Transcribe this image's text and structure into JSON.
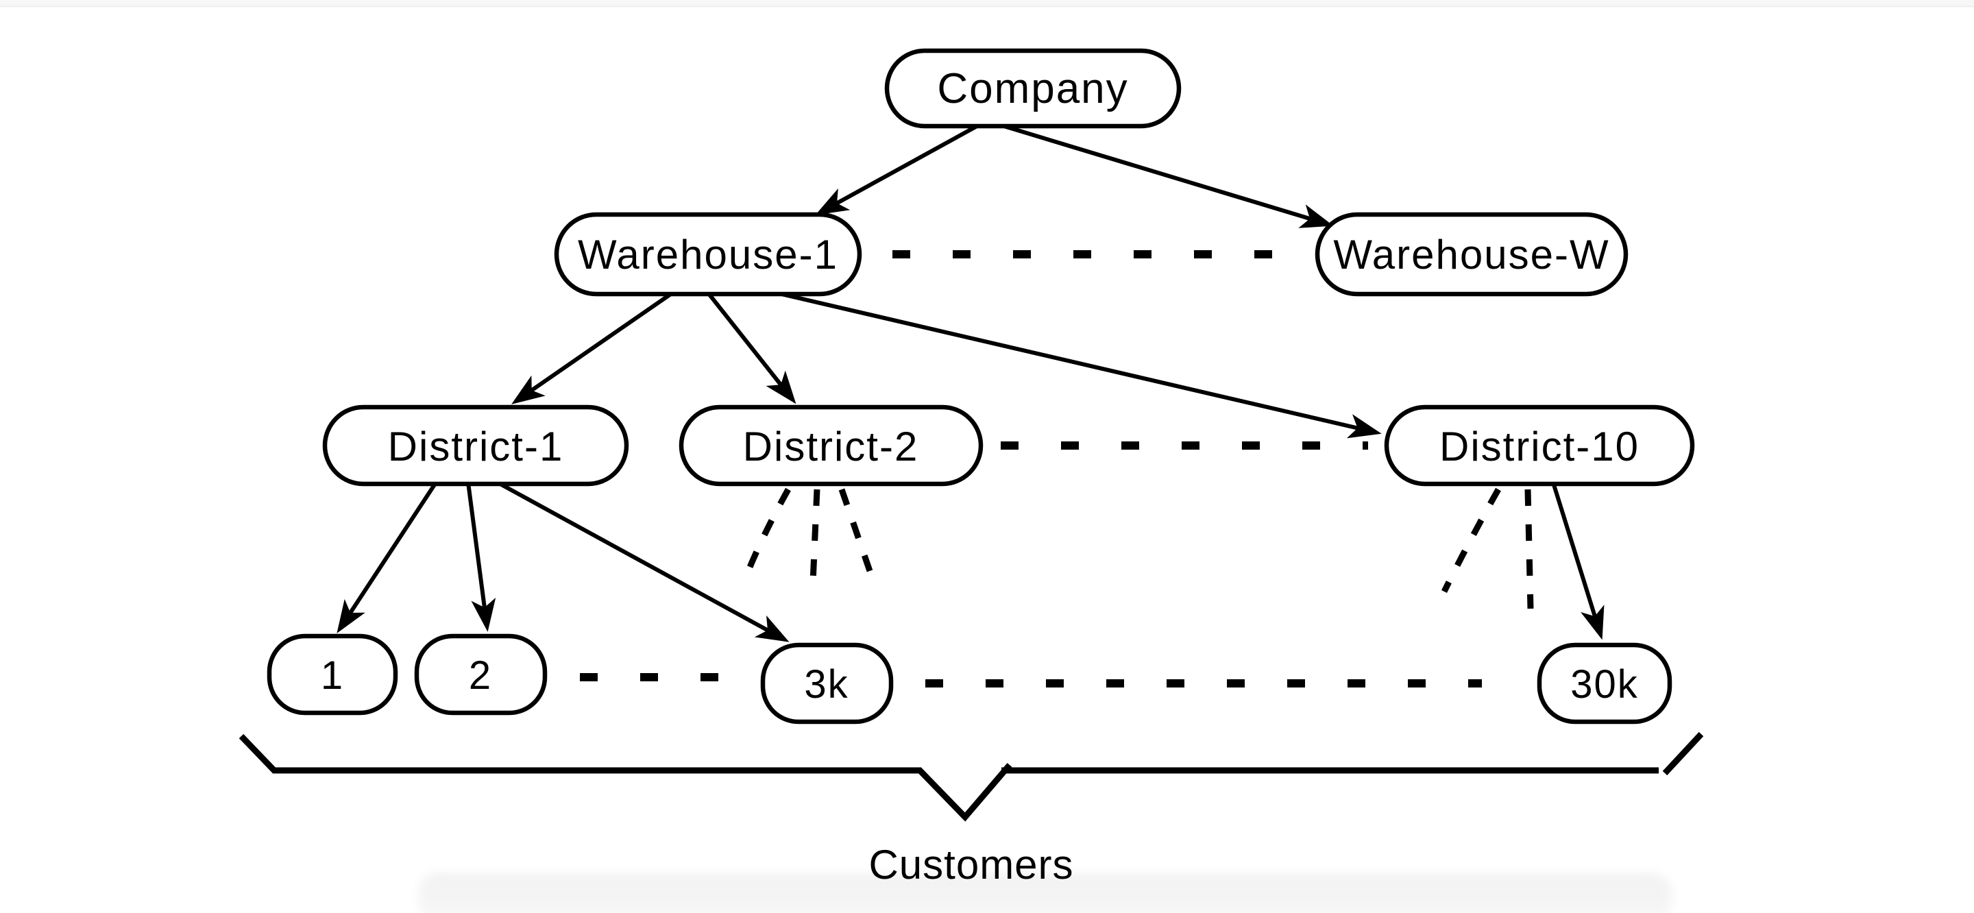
{
  "diagram": {
    "type": "hierarchy-tree",
    "colors": {
      "ink": "#000000",
      "background": "#ffffff",
      "artifact_gray": "#f1f1f1"
    },
    "nodes": {
      "company": {
        "label": "Company",
        "level": "root"
      },
      "warehouse_1": {
        "label": "Warehouse-1",
        "level": "warehouse"
      },
      "warehouse_w": {
        "label": "Warehouse-W",
        "level": "warehouse"
      },
      "district_1": {
        "label": "District-1",
        "level": "district"
      },
      "district_2": {
        "label": "District-2",
        "level": "district"
      },
      "district_10": {
        "label": "District-10",
        "level": "district"
      },
      "customer_1": {
        "label": "1",
        "level": "customer"
      },
      "customer_2": {
        "label": "2",
        "level": "customer"
      },
      "customer_3k": {
        "label": "3k",
        "level": "customer"
      },
      "customer_30k": {
        "label": "30k",
        "level": "customer"
      }
    },
    "edges": [
      {
        "from": "Company",
        "to": "Warehouse-1",
        "style": "solid-arrow"
      },
      {
        "from": "Company",
        "to": "Warehouse-W",
        "style": "solid-arrow"
      },
      {
        "from": "Warehouse-1",
        "to": "District-1",
        "style": "solid-arrow"
      },
      {
        "from": "Warehouse-1",
        "to": "District-2",
        "style": "solid-arrow"
      },
      {
        "from": "Warehouse-1",
        "to": "District-10",
        "style": "solid-arrow"
      },
      {
        "from": "District-1",
        "to": "1",
        "style": "solid-arrow"
      },
      {
        "from": "District-1",
        "to": "2",
        "style": "solid-arrow"
      },
      {
        "from": "District-1",
        "to": "3k",
        "style": "solid-arrow"
      },
      {
        "from": "District-10",
        "to": "30k",
        "style": "solid-arrow"
      },
      {
        "from": "District-2",
        "style": "dashed-fan",
        "count": 3
      },
      {
        "from": "District-10",
        "style": "dashed-fan",
        "count": 2
      }
    ],
    "ellipsis_separators": [
      {
        "between": [
          "Warehouse-1",
          "Warehouse-W"
        ]
      },
      {
        "between": [
          "District-2",
          "District-10"
        ]
      },
      {
        "between": [
          "2",
          "3k"
        ]
      },
      {
        "between": [
          "3k",
          "30k"
        ]
      }
    ],
    "brace_label": "Customers"
  }
}
